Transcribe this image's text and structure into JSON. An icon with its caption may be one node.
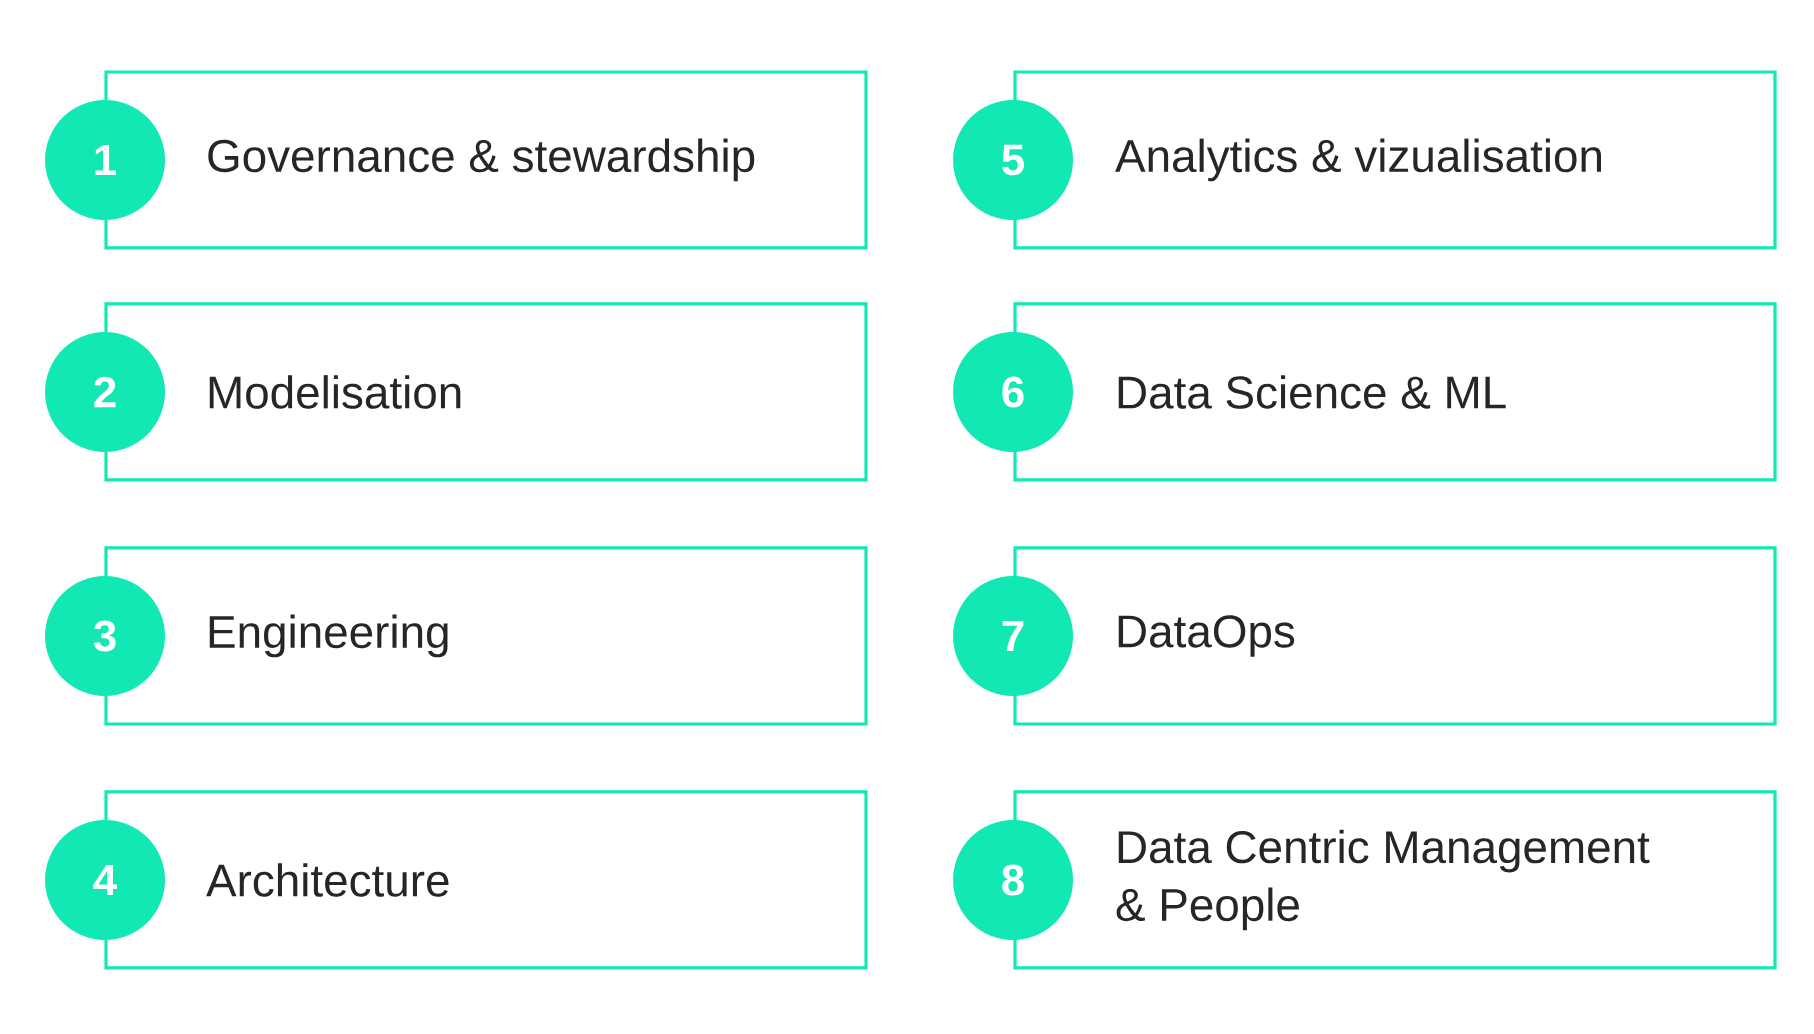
{
  "diagram": {
    "nodes": [
      {
        "text": [
          "1"
        ]
      },
      {
        "text": [
          "Governance & stewardship"
        ]
      },
      {
        "text": [
          "5"
        ]
      },
      {
        "text": [
          "Analytics & vizualisation"
        ]
      },
      {
        "text": [
          "2"
        ]
      },
      {
        "text": [
          "Modelisation"
        ]
      },
      {
        "text": [
          "6"
        ]
      },
      {
        "text": [
          "Data Science & ML"
        ]
      },
      {
        "text": [
          "3"
        ]
      },
      {
        "text": [
          "Engineering"
        ]
      },
      {
        "text": [
          "7"
        ]
      },
      {
        "text": [
          "DataOps"
        ]
      },
      {
        "text": [
          "4"
        ]
      },
      {
        "text": [
          "Architecture"
        ]
      },
      {
        "text": [
          "8"
        ]
      },
      {
        "text": [
          "Data Centric Management & People"
        ]
      }
    ]
  }
}
